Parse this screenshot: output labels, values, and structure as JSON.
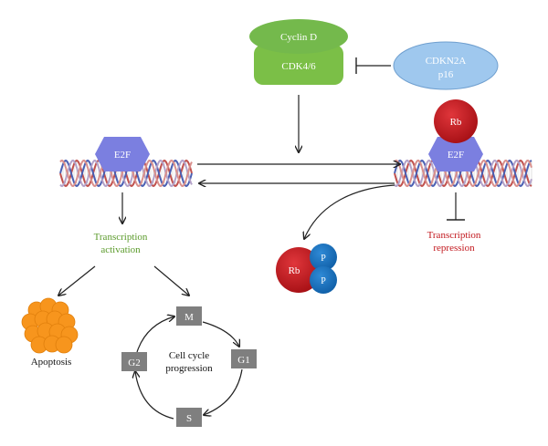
{
  "nodes": {
    "cyclin_d": "Cyclin D",
    "cdk46": "CDK4/6",
    "cdkn2a_line1": "CDKN2A",
    "cdkn2a_line2": "p16",
    "rb_bound": "Rb",
    "e2f_left": "E2F",
    "e2f_right": "E2F",
    "transcription_activation_line1": "Transcription",
    "transcription_activation_line2": "activation",
    "transcription_repression_line1": "Transcription",
    "transcription_repression_line2": "repression",
    "rb_phosphorylated": "Rb",
    "phosphate_top": "P",
    "phosphate_bottom": "P",
    "apoptosis": "Apoptosis",
    "cell_cycle_line1": "Cell cycle",
    "cell_cycle_line2": "progression"
  },
  "cell_cycle_phases": {
    "m": "M",
    "g1": "G1",
    "s": "S",
    "g2": "G2"
  },
  "colors": {
    "cyclin_green": "#74b94c",
    "cdk_green": "#7bbf47",
    "cdkn2a_blue": "#9fc8ee",
    "rb_red": "#c41b21",
    "e2f_purple": "#7b7fe0",
    "phosphate_blue": "#1a74c4",
    "apoptosis_orange": "#f7951d",
    "phase_gray": "#7f7f7f",
    "activation_text": "#5a9a2a",
    "repression_text": "#c2171d",
    "dna_red": "#c0504d",
    "dna_blue": "#4a5fb3"
  }
}
